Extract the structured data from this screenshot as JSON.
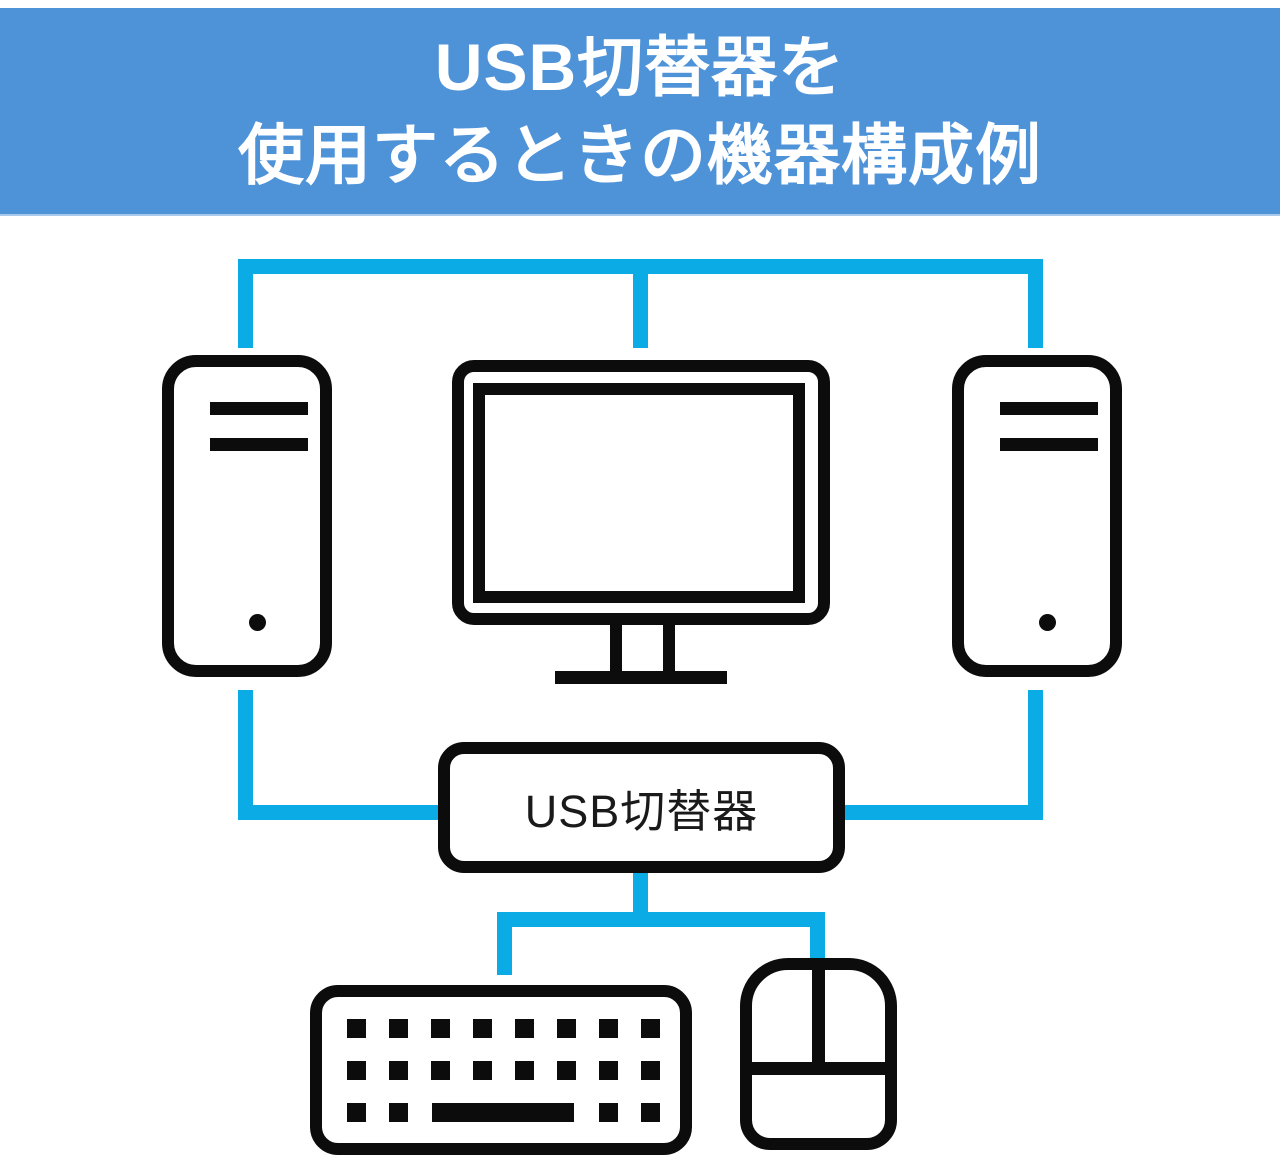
{
  "banner": {
    "title_line1": "USB切替器を",
    "title_line2": "使用するときの機器構成例",
    "bg_color": "#4E92D8",
    "text_color": "#FFFFFF"
  },
  "diagram": {
    "cable_color": "#0BACE6",
    "outline_color": "#0C0C0C",
    "switcher_label": "USB切替器",
    "devices": [
      {
        "id": "pc-left",
        "icon": "desktop-tower-icon"
      },
      {
        "id": "monitor",
        "icon": "monitor-icon"
      },
      {
        "id": "pc-right",
        "icon": "desktop-tower-icon"
      },
      {
        "id": "usb-switcher",
        "icon": "switch-box-icon",
        "label": "USB切替器"
      },
      {
        "id": "keyboard",
        "icon": "keyboard-icon"
      },
      {
        "id": "mouse",
        "icon": "mouse-icon"
      }
    ],
    "connections": [
      {
        "from": "pc-left",
        "to": "monitor",
        "via": "top-rail"
      },
      {
        "from": "pc-right",
        "to": "monitor",
        "via": "top-rail"
      },
      {
        "from": "pc-left",
        "to": "usb-switcher"
      },
      {
        "from": "pc-right",
        "to": "usb-switcher"
      },
      {
        "from": "usb-switcher",
        "to": "keyboard"
      },
      {
        "from": "usb-switcher",
        "to": "mouse"
      }
    ]
  }
}
